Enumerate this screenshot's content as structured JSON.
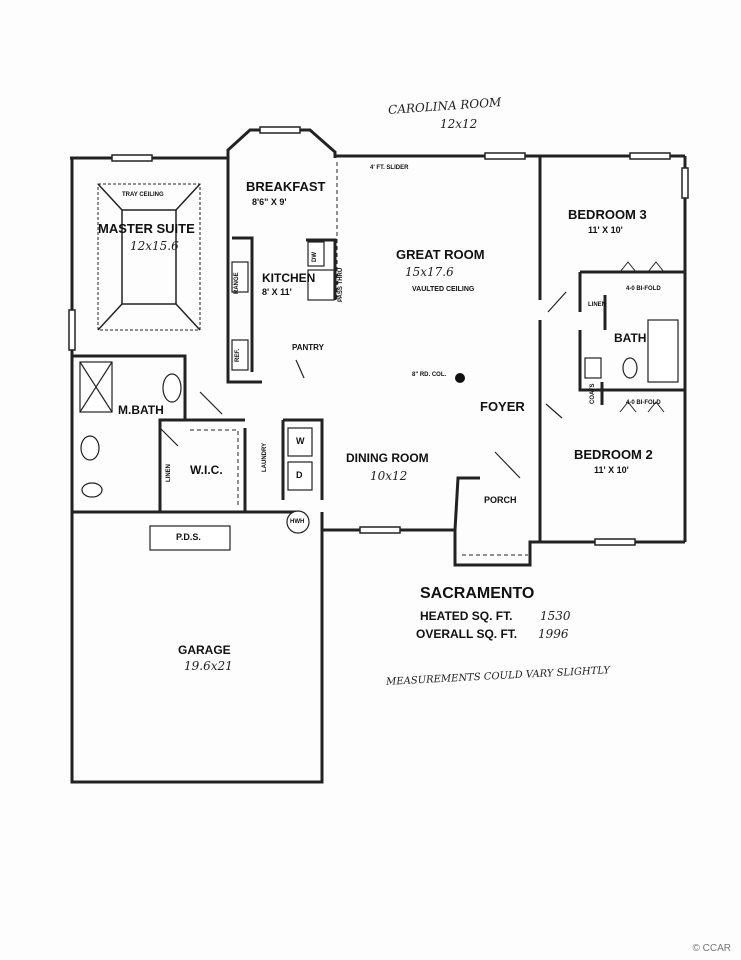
{
  "annotations": {
    "carolina_room": "CAROLINA ROOM",
    "carolina_room_size": "12x12",
    "measurements_note": "MEASUREMENTS COULD VARY SLIGHTLY"
  },
  "rooms": {
    "breakfast": {
      "name": "BREAKFAST",
      "size": "8'6\" X 9'"
    },
    "master_suite": {
      "name": "MASTER SUITE",
      "size": "12x15.6",
      "tray": "TRAY CEILING"
    },
    "kitchen": {
      "name": "KITCHEN",
      "size": "8'  X 11'"
    },
    "great_room": {
      "name": "GREAT ROOM",
      "size": "15x17.6",
      "note": "VAULTED CEILING"
    },
    "bedroom3": {
      "name": "BEDROOM 3",
      "size": "11' X 10'"
    },
    "bedroom2": {
      "name": "BEDROOM 2",
      "size": "11' X 10'"
    },
    "bath": {
      "name": "BATH"
    },
    "mbath": {
      "name": "M.BATH"
    },
    "wic": {
      "name": "W.I.C."
    },
    "dining": {
      "name": "DINING ROOM",
      "size": "10x12"
    },
    "foyer": {
      "name": "FOYER"
    },
    "porch": {
      "name": "PORCH"
    },
    "garage": {
      "name": "GARAGE",
      "size": "19.6x21"
    }
  },
  "fixtures": {
    "slider": "4' FT. SLIDER",
    "range": "RANGE",
    "ref": "REF.",
    "dw": "DW",
    "pass_thru": "PASS THRU",
    "pantry": "PANTRY",
    "column": "8\" RD. COL.",
    "linen": "LINEN",
    "linen_bath": "LINEN",
    "coats": "COATS",
    "bifold_top": "4-0 BI-FOLD",
    "bifold_bottom": "4-0 BI-FOLD",
    "laundry": "LAUNDRY",
    "washer": "W",
    "dryer": "D",
    "hwh": "HWH",
    "pds": "P.D.S."
  },
  "summary": {
    "plan_name": "SACRAMENTO",
    "heated_label": "HEATED SQ. FT.",
    "heated_value": "1530",
    "overall_label": "OVERALL SQ. FT.",
    "overall_value": "1996"
  },
  "watermark": "© CCAR"
}
